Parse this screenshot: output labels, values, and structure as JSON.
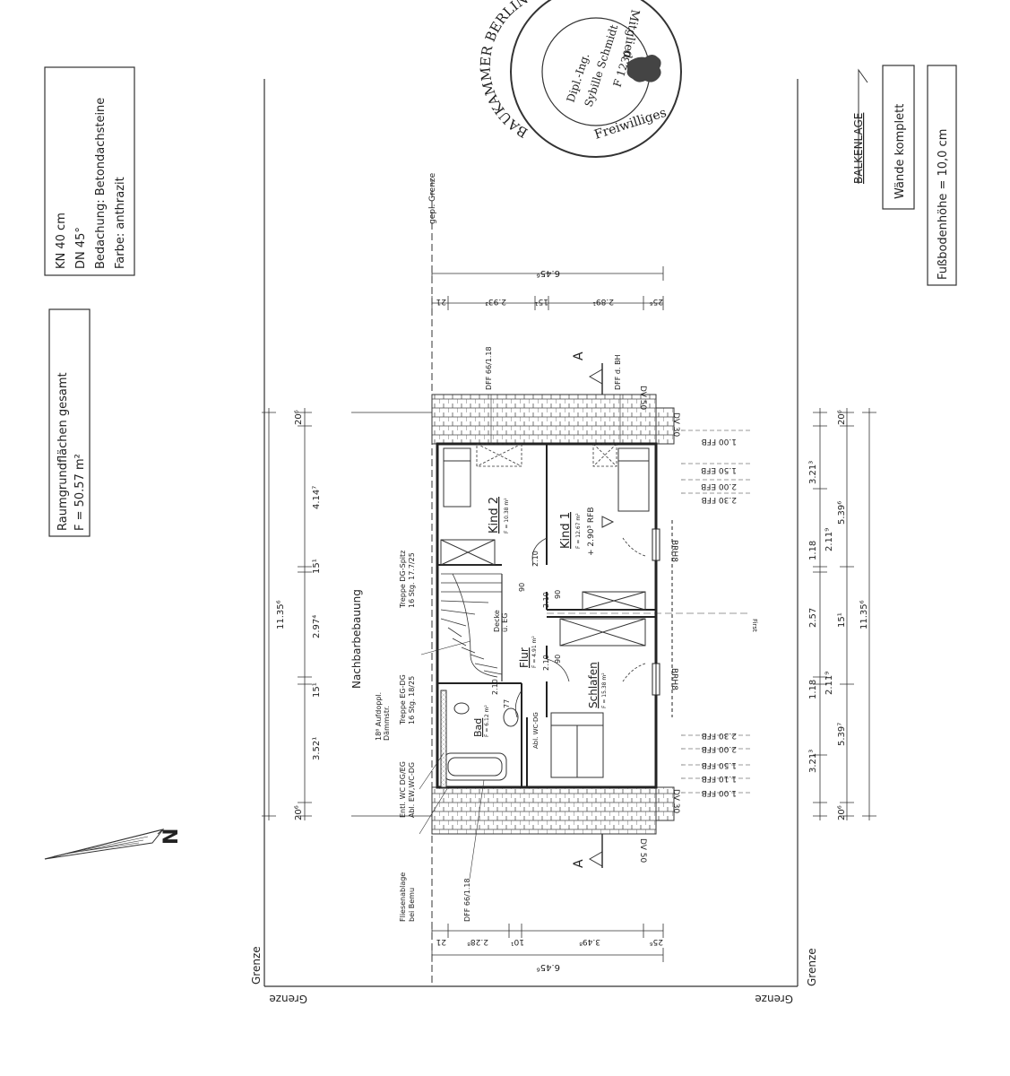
{
  "info_box": {
    "lines": [
      "KN 40 cm",
      "DN 45°",
      "Bedachung: Betondachsteine",
      "Farbe: anthrazit"
    ]
  },
  "area_box": {
    "line1": "Raumgrundflächen gesamt",
    "line2": "F = 50.57 m²"
  },
  "stamp": {
    "outer_top": "BAUKAMMER BERLIN",
    "outer_right": "Mitglied",
    "bottom": "Freiwilliges",
    "name_1": "Dipl.-Ing.",
    "name_2": "Sybille Schmidt",
    "number": "F 1230"
  },
  "legend": {
    "balkenlage": "BALKENLAGE",
    "waende": "Wände komplett",
    "fussboden": "Fußbodenhöhe = 10,0 cm"
  },
  "labels": {
    "grenze": "Grenze",
    "gepl_grenze": "gepl. Grenze",
    "nachbar": "Nachbarbebauung",
    "north": "N",
    "section": "A",
    "first": "First",
    "brh": "BRH8",
    "dv50": "DV 50",
    "dv30": "DV 30",
    "dff_top": "DFF 66/1.18",
    "dff_bh": "DFF d. BH",
    "dff_bottom": "DFF 66/1.18",
    "treppe_dg": [
      "Treppe DG-Spitz",
      "16 Stg. 17.7/25"
    ],
    "treppe_eg": [
      "Treppe EG-DG",
      "16 Stg. 18/25"
    ],
    "aufdoppl": [
      "18⁸ Aufdoppl.",
      "Dämmstr."
    ],
    "entl": [
      "Entl. WC DG/EG",
      "Abl. EW,WC-DG"
    ],
    "fliesen": [
      "Fliesenablage",
      "bei Bemu"
    ],
    "abl_wc": "Abl. WC-DG",
    "decke": [
      "Decke",
      "ü. EG"
    ]
  },
  "rooms": {
    "kind2": {
      "name": "Kind 2",
      "area": "F = 10.38 m²"
    },
    "kind1": {
      "name": "Kind 1",
      "area": "F = 12.67 m²",
      "height": "+ 2.90³ RFB"
    },
    "flur": {
      "name": "Flur",
      "area": "F = 4.91 m²"
    },
    "schlafen": {
      "name": "Schlafen",
      "area": "F = 15.38 m²"
    },
    "bad": {
      "name": "Bad",
      "area": "F = 6.12 m²"
    }
  },
  "dimensions": {
    "overall": "11.35⁶",
    "top_row": [
      "20⁶",
      "4.14⁷",
      "15¹",
      "2.97⁴",
      "15¹",
      "3.52¹",
      "20⁶"
    ],
    "bottom_row_a": [
      "20⁶",
      "3.21³",
      "1.18",
      "2.57",
      "1.18",
      "3.21³",
      "20⁶"
    ],
    "bottom_row_b": [
      "5.39⁷",
      "2.11⁹",
      "15¹",
      "2.11⁹",
      "5.39⁶"
    ],
    "overall_bottom": "11.35⁶",
    "width_top": [
      "6.45⁶",
      "21",
      "2.93³",
      "15¹",
      "2.89¹",
      "25⁶"
    ],
    "width_bottom": [
      "6.45⁶",
      "21",
      "2.28⁸",
      "10¹",
      "3.49⁸",
      "25⁶"
    ],
    "door_heights": [
      "2.10",
      "90",
      "2.10",
      "90",
      "2.10",
      "2.10",
      "77"
    ],
    "levels_top": [
      "1.00 FFB",
      "1.50 EFB",
      "2.00 EFB",
      "2.30 FFB"
    ],
    "levels_bottom": [
      "2.30 FFB",
      "2.00 FFB",
      "1.50 FFB",
      "1.10 FFB",
      "1.00 FFB"
    ]
  }
}
